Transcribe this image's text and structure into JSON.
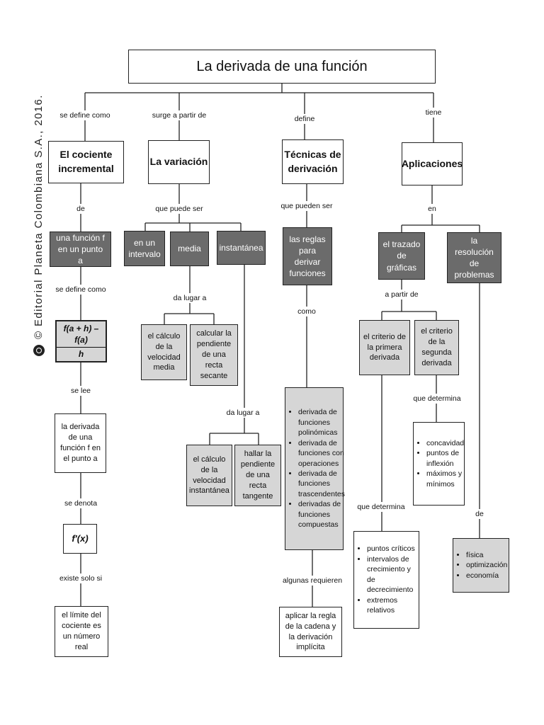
{
  "title": "La derivada de una función",
  "copyright": "© Editorial Planeta Colombiana S.A., 2016.",
  "colors": {
    "dark_box": "#6b6b6b",
    "light_box": "#d6d6d6",
    "line": "#222222"
  },
  "col1": {
    "link_define": "se define como",
    "concept_line1": "El cociente",
    "concept_line2": "incremental",
    "link_de": "de",
    "func_text": "una función f en un punto a",
    "link_define2": "se define como",
    "formula_num": "f(a + h) – f(a)",
    "formula_den": "h",
    "link_lee": "se lee",
    "read_text": "la derivada de una función f en el punto a",
    "link_denota": "se denota",
    "notation": "f'(x)",
    "link_existe": "existe solo si",
    "limit_text": "el límite del cociente es un número real"
  },
  "col2": {
    "link_surge": "surge a partir de",
    "concept": "La variación",
    "link_puede": "que puede ser",
    "opt_intervalo": "en un intervalo",
    "opt_media": "media",
    "opt_instantanea": "instantánea",
    "link_lugar1": "da lugar a",
    "vel_media": "el cálculo de la velocidad media",
    "secante": "calcular la pendiente de una recta secante",
    "link_lugar2": "da lugar a",
    "vel_inst": "el cálculo de la velocidad instantánea",
    "tangente": "hallar la pendiente de una recta tangente"
  },
  "col3": {
    "link_define": "define",
    "concept": "Técnicas de derivación",
    "link_pueden": "que pueden ser",
    "rules": "las reglas para derivar funciones",
    "link_como": "como",
    "items": [
      "derivada de funciones polinómicas",
      "derivada de funciones con operaciones",
      "derivada de funciones trascendentes",
      "derivadas de funciones compuestas"
    ],
    "link_algunas": "algunas requieren",
    "cadena": "aplicar la regla de la cadena y la derivación implícita"
  },
  "col4": {
    "link_tiene": "tiene",
    "concept": "Aplicaciones",
    "link_en": "en",
    "trazado": "el trazado de gráficas",
    "resolucion": "la resolución de problemas",
    "link_apartir": "a partir de",
    "criterio1": "el criterio de la primera derivada",
    "criterio2": "el criterio de la segunda derivada",
    "link_determina2": "que determina",
    "second_items": [
      "concavidad",
      "puntos de inflexión",
      "máximos y mínimos"
    ],
    "link_determina1": "que determina",
    "first_items": [
      "puntos críticos",
      "intervalos de crecimiento y de decrecimiento",
      "extremos relativos"
    ],
    "link_de": "de",
    "problem_items": [
      "física",
      "optimización",
      "economía"
    ]
  }
}
